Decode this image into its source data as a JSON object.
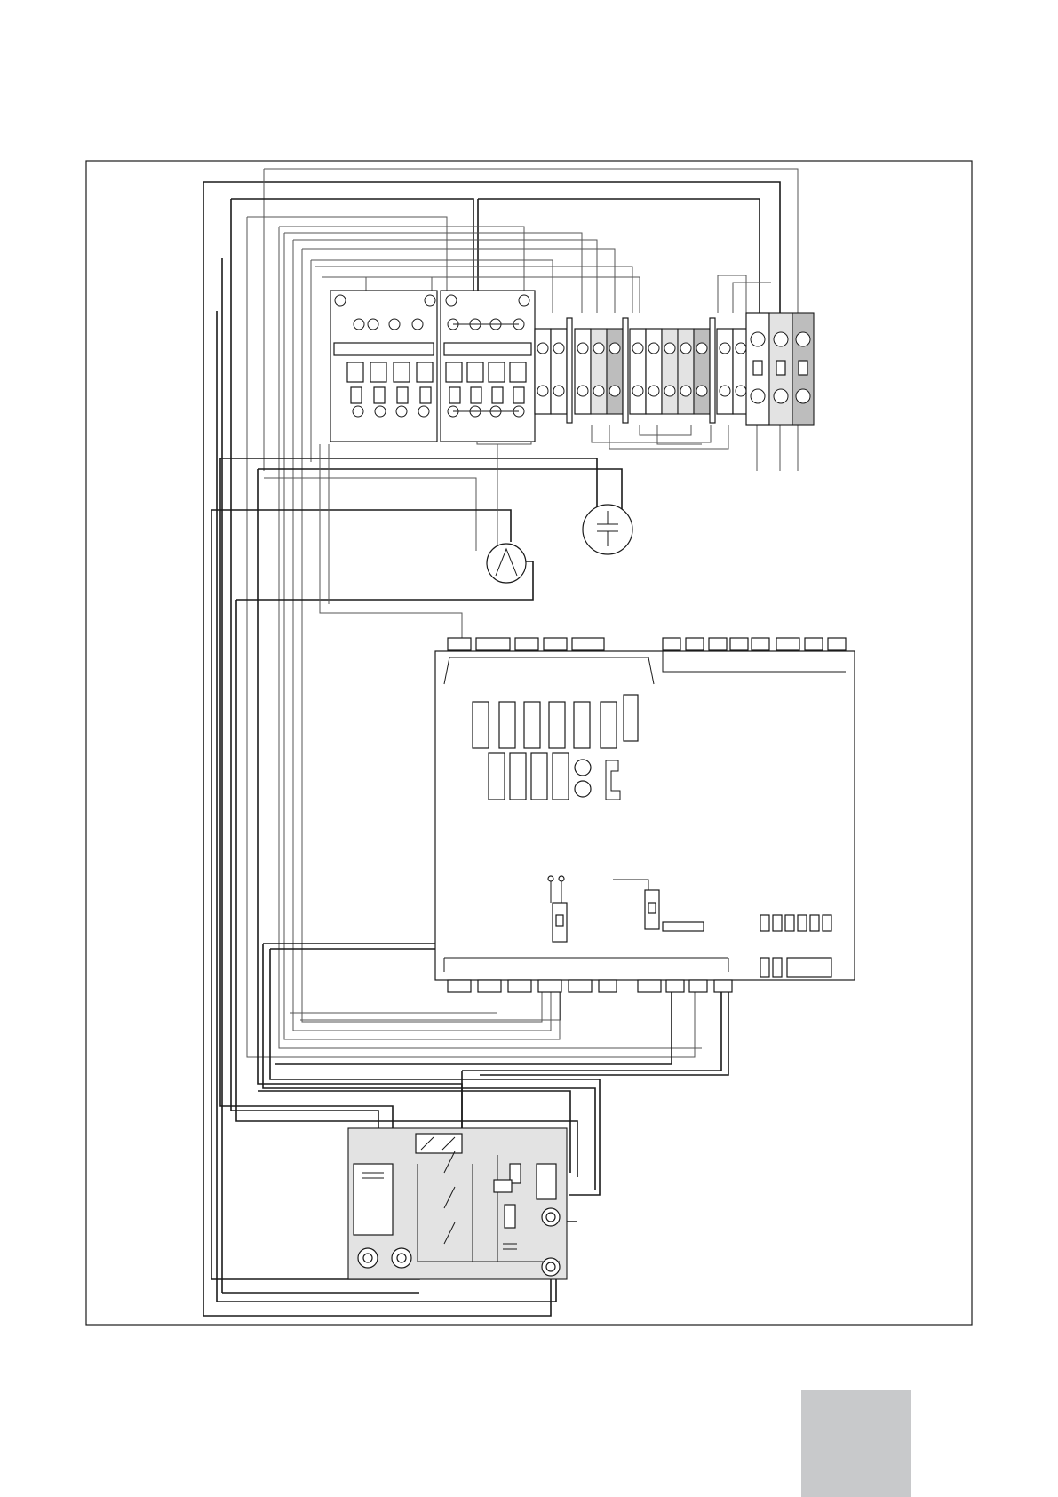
{
  "page": {
    "tab_color": "#c8c9cb",
    "line_color": "#1a1a1a"
  },
  "diagram": {
    "components": [
      {
        "id": "contactor-1",
        "type": "contactor"
      },
      {
        "id": "contactor-2",
        "type": "contactor"
      },
      {
        "id": "terminal-strip",
        "type": "terminal-block"
      },
      {
        "id": "main-terminals",
        "type": "power-terminal-block"
      },
      {
        "id": "compressor",
        "type": "motor"
      },
      {
        "id": "capacitor",
        "type": "capacitor"
      },
      {
        "id": "controller-board",
        "type": "pcb"
      },
      {
        "id": "pressostat-module",
        "type": "protection-module"
      }
    ]
  }
}
